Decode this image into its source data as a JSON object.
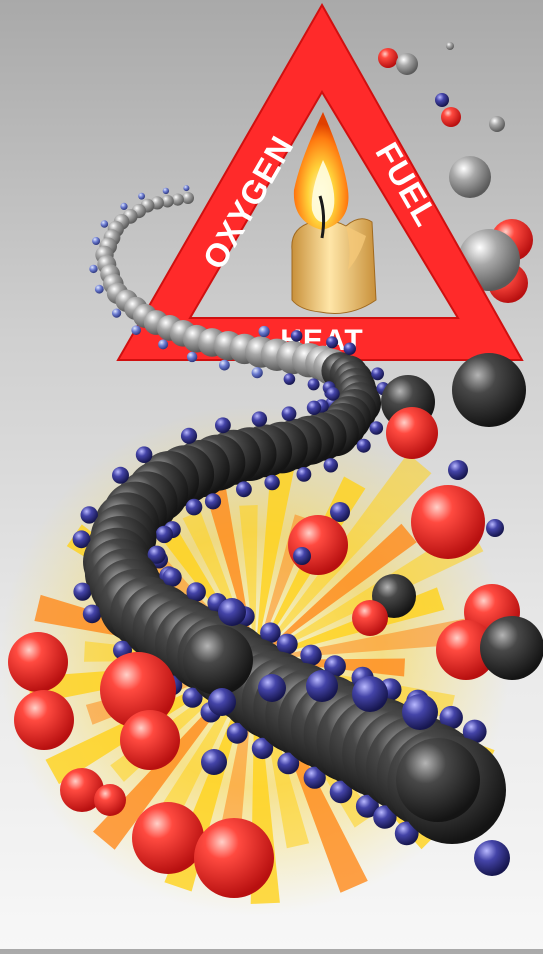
{
  "triangle": {
    "left_label": "OXYGEN",
    "right_label": "FUEL",
    "bottom_label": "HEAT"
  },
  "icons": {
    "center": "candle-flame-icon",
    "molecules": "molecule-sphere-icon"
  },
  "colors": {
    "triangle": "#ff2a2a",
    "label_text": "#ffffff",
    "oxygen_sphere": "#ff3b3b",
    "carbon_sphere": "#2f2f2f",
    "hydrogen_sphere": "#3a3a8e",
    "chain_top": "#9a9a9a",
    "burst": "#ffd21a"
  }
}
